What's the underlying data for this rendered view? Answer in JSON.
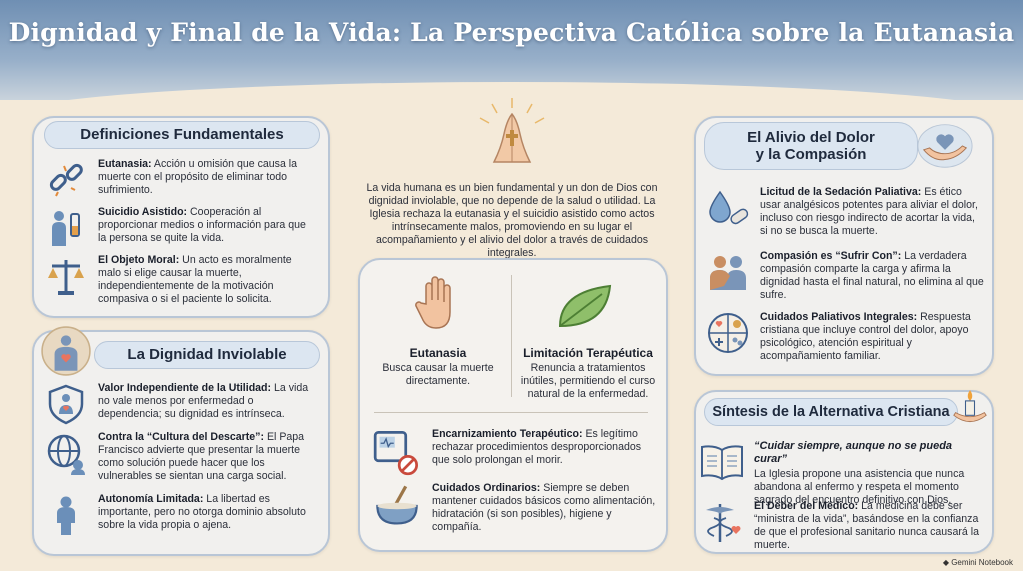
{
  "title": "Dignidad y Final de la Vida: La Perspectiva Católica sobre la Eutanasia",
  "definiciones": {
    "heading": "Definiciones Fundamentales",
    "items": [
      {
        "term": "Eutanasia:",
        "text": " Acción u omisión que causa la muerte con el propósito de eliminar todo sufrimiento.",
        "icon": "broken-chain-icon"
      },
      {
        "term": "Suicidio Asistido:",
        "text": " Cooperación al proporcionar medios o información para que la persona se quite la vida.",
        "icon": "helping-hand-icon"
      },
      {
        "term": "El Objeto Moral:",
        "text": " Un acto es moralmente malo si elige causar la muerte, independientemente de la motivación compasiva o si el paciente lo solicita.",
        "icon": "scales-icon"
      }
    ]
  },
  "dignidad": {
    "heading": "La Dignidad Inviolable",
    "items": [
      {
        "term": "Valor Independiente de la Utilidad:",
        "text": " La vida no vale menos por enfermedad o dependencia; su dignidad es intrínseca.",
        "icon": "person-shield-icon"
      },
      {
        "term": "Contra la “Cultura del Descarte”:",
        "text": " El Papa Francisco advierte que presentar la muerte como solución puede hacer que los vulnerables se sientan una carga social.",
        "icon": "globe-icon"
      },
      {
        "term": "Autonomía Limitada:",
        "text": " La libertad es importante, pero no otorga dominio absoluto sobre la vida propia o ajena.",
        "icon": "person-icon"
      }
    ]
  },
  "center": {
    "intro": "La vida humana es un bien fundamental y un don de Dios con dignidad inviolable, que no depende de la salud o utilidad. La Iglesia rechaza la eutanasia y el suicidio asistido como actos intrínsecamente malos, promoviendo en su lugar el acompañamiento y el alivio del dolor a través de cuidados integrales.",
    "eutanasia": {
      "title": "Eutanasia",
      "text": "Busca causar la muerte directamente."
    },
    "limitacion": {
      "title": "Limitación Terapéutica",
      "text": "Renuncia a tratamientos inútiles, permitiendo el curso natural de la enfermedad."
    },
    "encarnizamiento": {
      "term": "Encarnizamiento Terapéutico:",
      "text": " Es legítimo rechazar procedimientos desproporcionados que solo prolongan el morir."
    },
    "ordinarios": {
      "term": "Cuidados Ordinarios:",
      "text": " Siempre se deben mantener cuidados básicos como alimentación, hidratación (si son posibles), higiene y compañía."
    }
  },
  "alivio": {
    "heading_line1": "El Alivio del Dolor",
    "heading_line2": "y la Compasión",
    "items": [
      {
        "term": "Licitud de la Sedación Paliativa:",
        "text": " Es ético usar analgésicos potentes para aliviar el dolor, incluso con riesgo indirecto de acortar la vida, si no se busca la muerte.",
        "icon": "medicine-icon"
      },
      {
        "term": "Compasión es “Sufrir Con”:",
        "text": " La verdadera compasión comparte la carga y afirma la dignidad hasta el final natural, no elimina al que sufre.",
        "icon": "embrace-icon"
      },
      {
        "term": "Cuidados Paliativos Integrales:",
        "text": " Respuesta cristiana que incluye control del dolor, apoyo psicológico, atención espiritual y acompañamiento familiar.",
        "icon": "care-circle-icon"
      }
    ]
  },
  "sintesis": {
    "heading": "Síntesis de la Alternativa Cristiana",
    "quote": "“Cuidar siempre, aunque no se pueda curar”",
    "quote_text": "La Iglesia propone una asistencia que nunca abandona al enfermo y respeta el momento sagrado del encuentro definitivo con Dios.",
    "deber_term": "El Deber del Médico:",
    "deber_text": " La medicina debe ser “ministra de la vida”, basándose en la confianza de que el profesional sanitario nunca causará la muerte."
  },
  "footer": "Gemini Notebook"
}
